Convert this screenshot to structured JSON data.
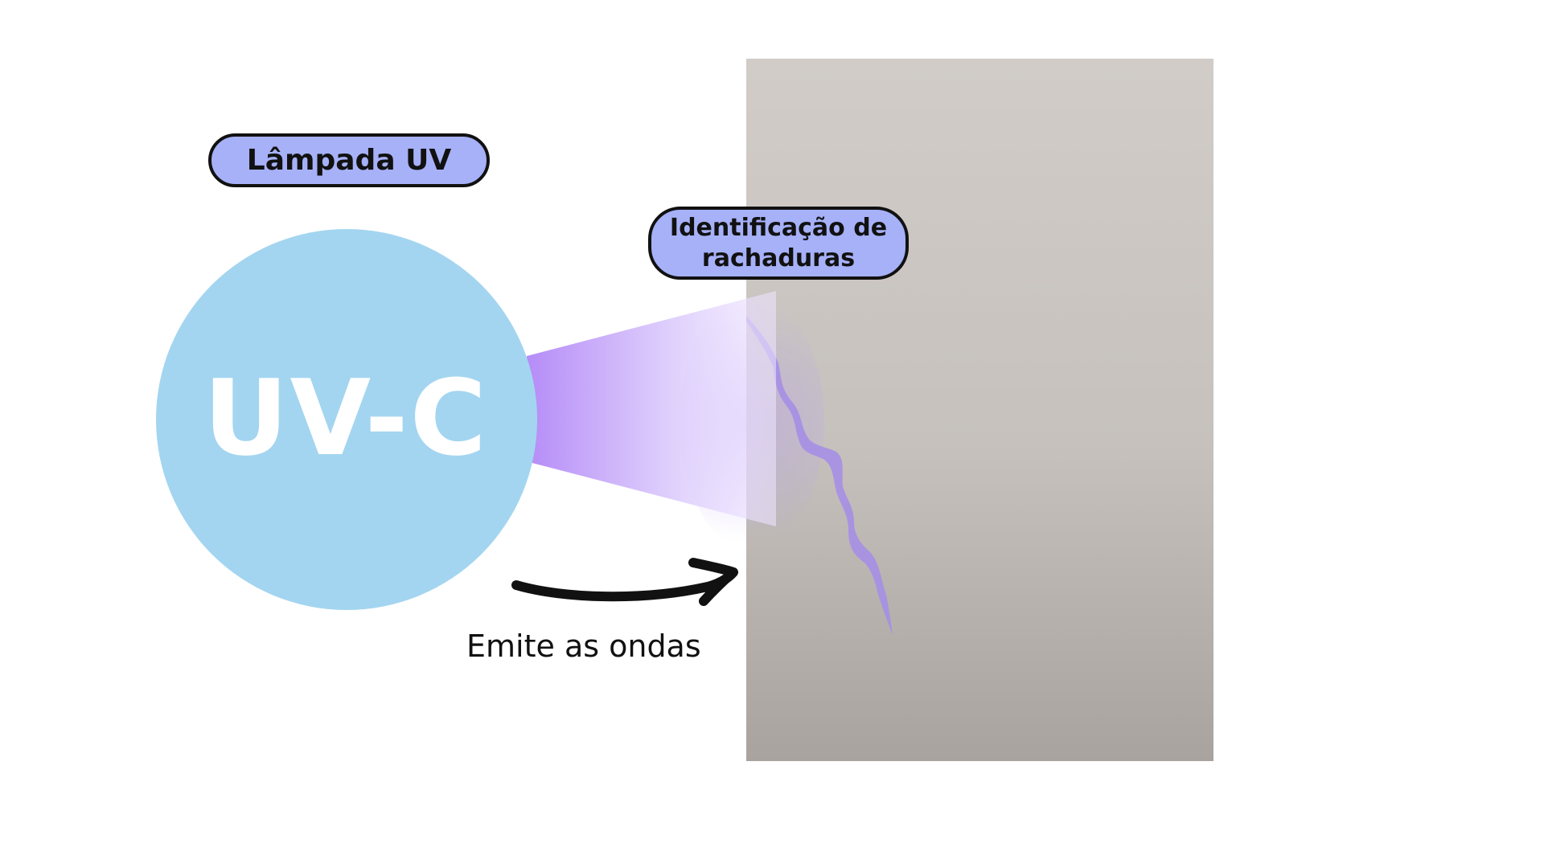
{
  "lamp": {
    "label": "Lâmpada UV",
    "symbol": "UV-C",
    "circle_color": "#a3d5f0"
  },
  "crack_label": "Identificação de rachaduras",
  "emission_caption": "Emite as ondas",
  "colors": {
    "label_fill": "#a6b1f8",
    "label_border": "#111111",
    "beam_start": "#b892f8",
    "beam_end": "#efe7ff",
    "wall": "#cbc7c3",
    "crack": "#a58fe6",
    "arrow": "#111111"
  }
}
